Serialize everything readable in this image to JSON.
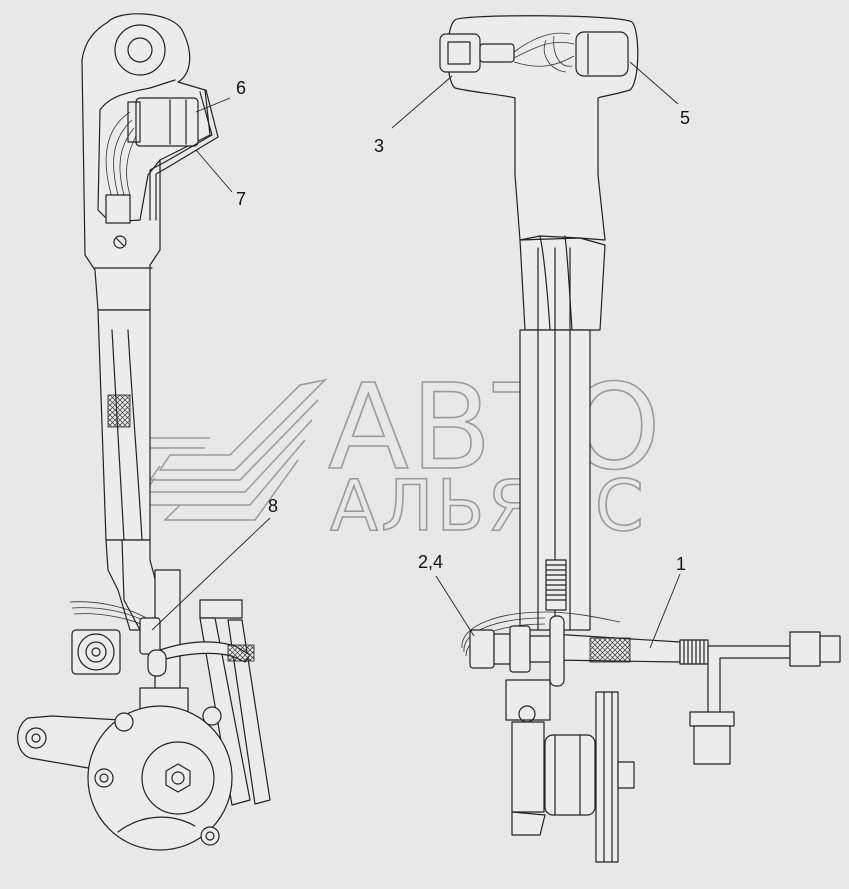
{
  "callouts": {
    "c1": "1",
    "c24": "2,4",
    "c3": "3",
    "c5": "5",
    "c6": "6",
    "c7": "7",
    "c8": "8"
  },
  "watermark": {
    "line1": "АВТО",
    "line2": "АЛЬЯНС"
  },
  "colors": {
    "background": "#e8e8e8",
    "line": "#222222",
    "watermark": "#9a9a9a"
  }
}
